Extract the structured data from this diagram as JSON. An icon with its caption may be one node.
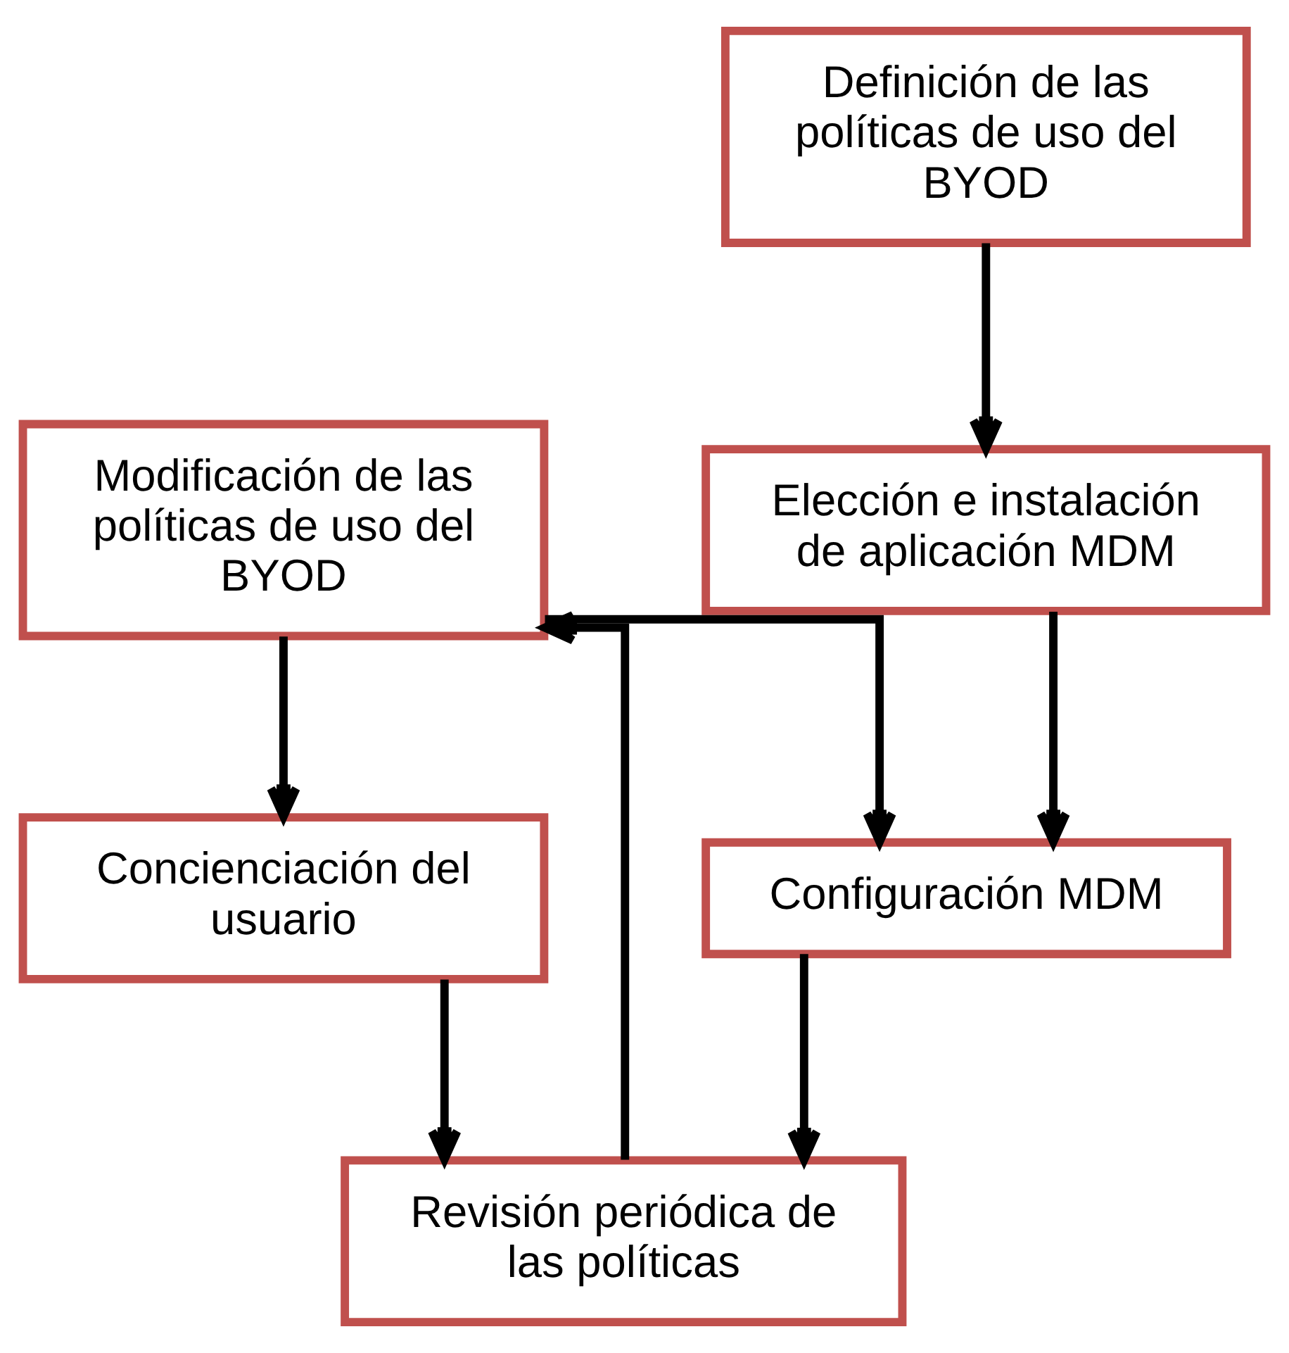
{
  "diagram": {
    "nodes": [
      {
        "text": [
          "Definición de las políticas de uso del BYOD"
        ]
      },
      {
        "text": [
          "Modificación de las políticas de uso del BYOD"
        ]
      },
      {
        "text": [
          "Elección e instalación de aplicación MDM"
        ]
      },
      {
        "text": [
          "Concienciación del usuario"
        ]
      },
      {
        "text": [
          "Configuración MDM"
        ]
      },
      {
        "text": [
          "Revisión periódica de las políticas"
        ]
      }
    ],
    "edges": [
      {
        "from": 0,
        "to": 2,
        "arrow": "to"
      },
      {
        "from": 1,
        "to": 3,
        "arrow": "to"
      },
      {
        "from": 1,
        "to": 4,
        "arrow": "to"
      },
      {
        "from": 2,
        "to": 4,
        "arrow": "to"
      },
      {
        "from": 3,
        "to": 5,
        "arrow": "to"
      },
      {
        "from": 4,
        "to": 5,
        "arrow": "to"
      },
      {
        "from": 5,
        "to": 1,
        "arrow": "to"
      }
    ]
  }
}
